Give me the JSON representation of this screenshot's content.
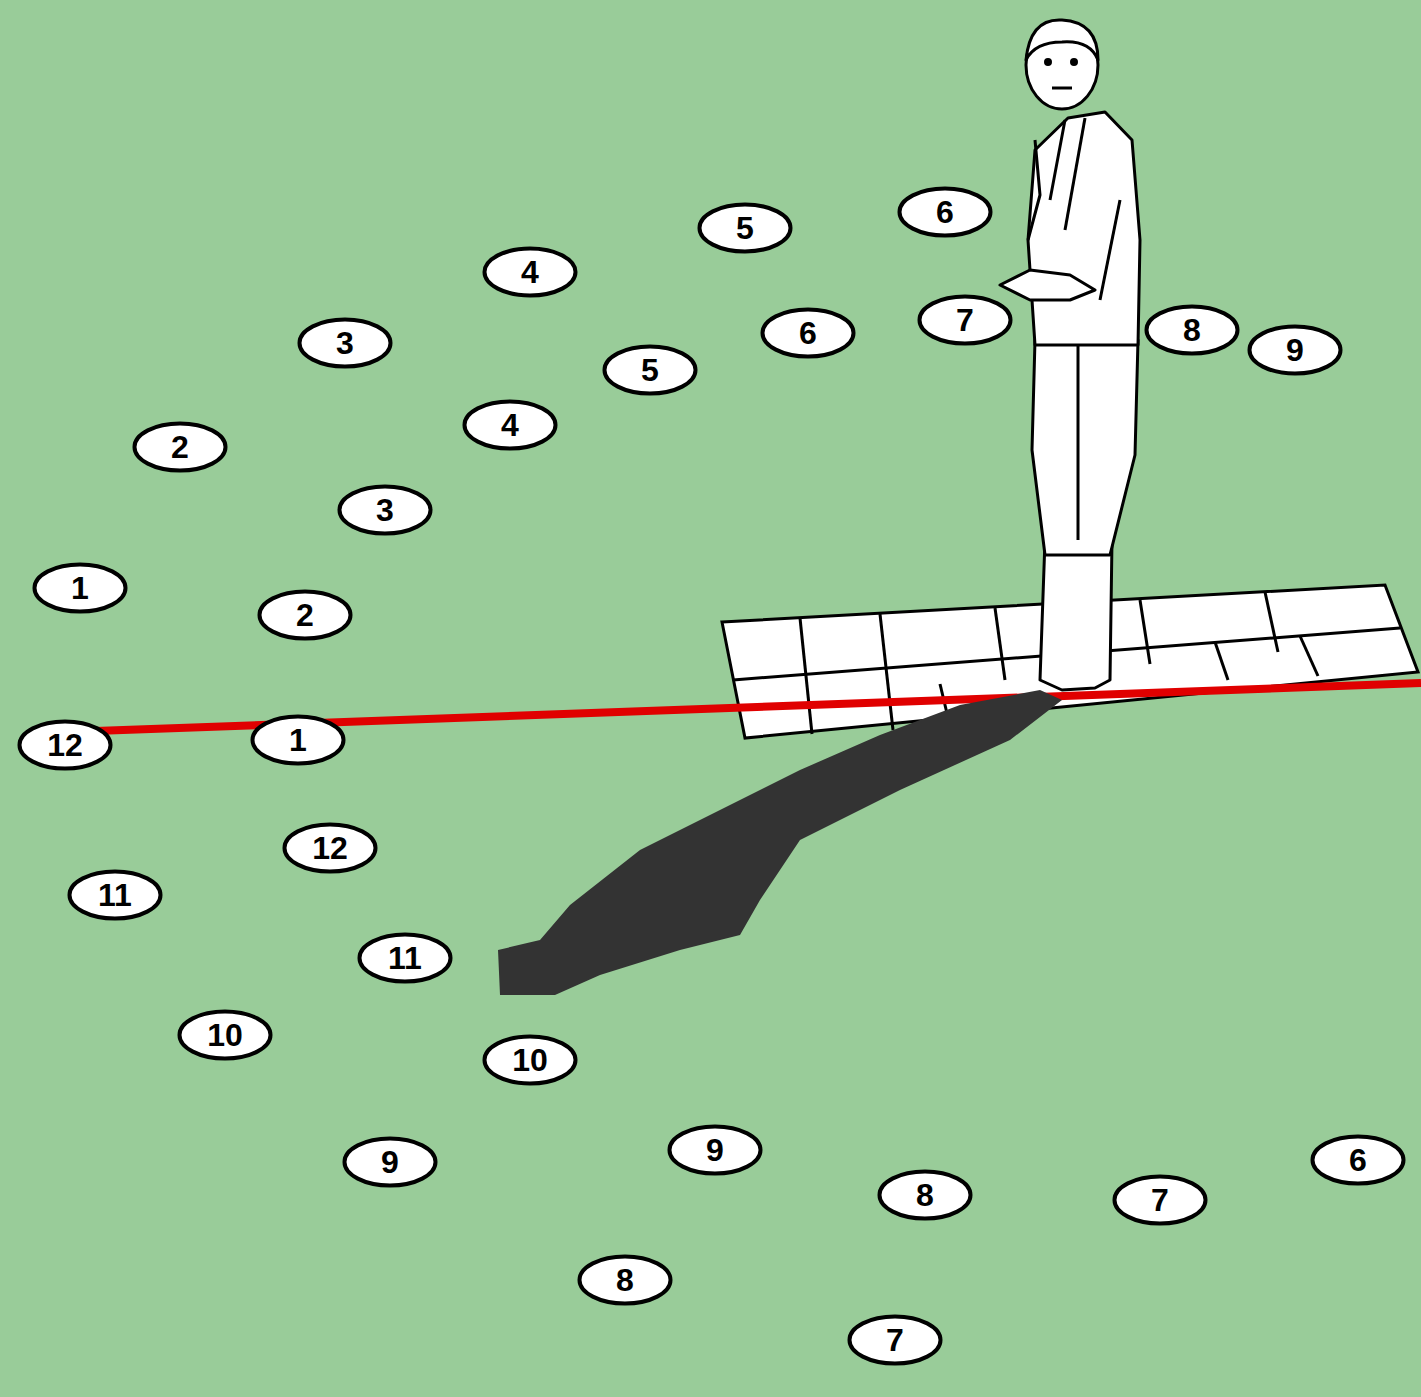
{
  "diagram": {
    "nodes": [
      {
        "text": [
          "6"
        ]
      },
      {
        "text": [
          "5"
        ]
      },
      {
        "text": [
          "4"
        ]
      },
      {
        "text": [
          "7"
        ]
      },
      {
        "text": [
          "6"
        ]
      },
      {
        "text": [
          "8"
        ]
      },
      {
        "text": [
          "3"
        ]
      },
      {
        "text": [
          "9"
        ]
      },
      {
        "text": [
          "5"
        ]
      },
      {
        "text": [
          "4"
        ]
      },
      {
        "text": [
          "2"
        ]
      },
      {
        "text": [
          "3"
        ]
      },
      {
        "text": [
          "1"
        ]
      },
      {
        "text": [
          "2"
        ]
      },
      {
        "text": [
          "1"
        ]
      },
      {
        "text": [
          "12"
        ]
      },
      {
        "text": [
          "12"
        ]
      },
      {
        "text": [
          "11"
        ]
      },
      {
        "text": [
          "11"
        ]
      },
      {
        "text": [
          "10"
        ]
      },
      {
        "text": [
          "10"
        ]
      },
      {
        "text": [
          "9"
        ]
      },
      {
        "text": [
          "6"
        ]
      },
      {
        "text": [
          "9"
        ]
      },
      {
        "text": [
          "8"
        ]
      },
      {
        "text": [
          "7"
        ]
      },
      {
        "text": [
          "8"
        ]
      },
      {
        "text": [
          "7"
        ]
      }
    ],
    "edges": []
  }
}
